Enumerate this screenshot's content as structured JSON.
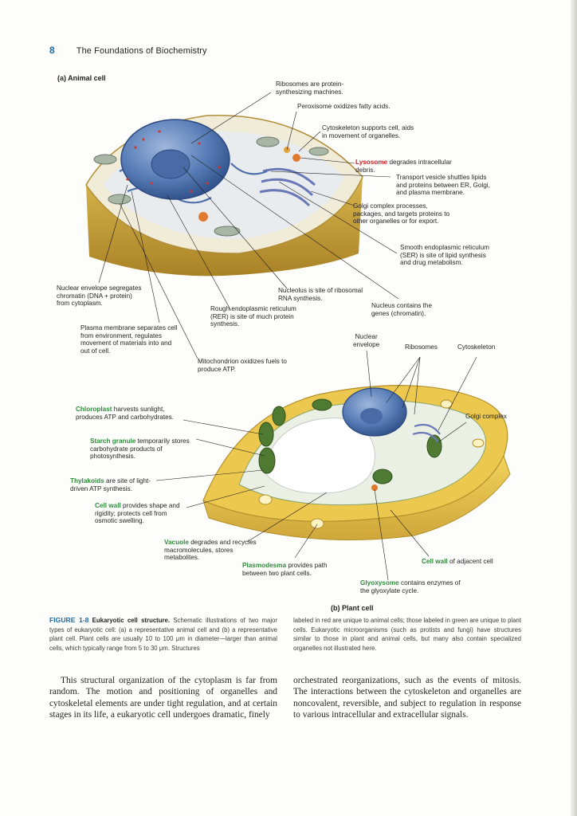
{
  "header": {
    "page_number": "8",
    "running_title": "The Foundations of Biochemistry"
  },
  "panel_a": {
    "title": "(a) Animal cell",
    "labels": {
      "ribosomes": "Ribosomes are protein-\nsynthesizing machines.",
      "peroxisome": "Peroxisome oxidizes fatty acids.",
      "cytoskeleton": "Cytoskeleton supports cell, aids\nin movement of organelles.",
      "lysosome_term": "Lysosome",
      "lysosome_rest": " degrades intracellular\ndebris.",
      "transport_vesicle": "Transport vesicle shuttles lipids\nand proteins between ER, Golgi,\nand plasma membrane.",
      "golgi": "Golgi complex processes,\npackages, and targets proteins to\nother organelles or for export.",
      "ser": "Smooth endoplasmic reticulum\n(SER) is site of lipid synthesis\nand drug metabolism.",
      "nuclear_envelope": "Nuclear envelope segregates\nchromatin (DNA + protein)\nfrom cytoplasm.",
      "nucleolus": "Nucleolus is site of ribosomal\nRNA synthesis.",
      "rer": "Rough endoplasmic reticulum\n(RER) is site of much protein\nsynthesis.",
      "nucleus": "Nucleus contains the\ngenes (chromatin).",
      "plasma_membrane": "Plasma membrane separates cell\nfrom environment, regulates\nmovement of materials into and\nout of cell.",
      "mitochondrion": "Mitochondrion oxidizes fuels to\nproduce ATP."
    }
  },
  "panel_b": {
    "title": "(b) Plant cell",
    "labels": {
      "nuclear_envelope": "Nuclear\nenvelope",
      "ribosomes": "Ribosomes",
      "cytoskeleton": "Cytoskeleton",
      "golgi": "Golgi complex",
      "chloroplast_term": "Chloroplast",
      "chloroplast_rest": " harvests sunlight,\nproduces ATP and carbohydrates.",
      "starch_term": "Starch granule",
      "starch_rest": " temporarily stores\ncarbohydrate products of\nphotosynthesis.",
      "thylakoids_term": "Thylakoids",
      "thylakoids_rest": " are site of light-\ndriven ATP synthesis.",
      "cell_wall_term": "Cell wall",
      "cell_wall_rest": " provides shape and\nrigidity; protects cell from\nosmotic swelling.",
      "vacuole_term": "Vacuole",
      "vacuole_rest": " degrades and recycles\nmacromolecules, stores\nmetabolites.",
      "plasmodesma_term": "Plasmodesma",
      "plasmodesma_rest": " provides path\nbetween two plant cells.",
      "adjacent_wall_term": "Cell wall",
      "adjacent_wall_rest": " of adjacent cell",
      "glyoxysome_term": "Glyoxysome",
      "glyoxysome_rest": " contains enzymes of\nthe glyoxylate cycle."
    }
  },
  "caption": {
    "figure_label": "FIGURE 1-8",
    "figure_title": "Eukaryotic cell structure.",
    "left_text": " Schematic illustrations of two major types of eukaryotic cell: (a) a representative animal cell and (b) a representative plant cell. Plant cells are usually 10 to 100 μm in diameter—larger than animal cells, which typically range from 5 to 30 μm. Structures",
    "right_text": "labeled in red are unique to animal cells; those labeled in green are unique to plant cells. Eukaryotic microorganisms (such as protists and fungi) have structures similar to those in plant and animal cells, but many also contain specialized organelles not illustrated here."
  },
  "body": {
    "left": "This structural organization of the cytoplasm is far from random. The motion and positioning of organelles and cytoskeletal elements are under tight regulation, and at certain stages in its life, a eukaryotic cell undergoes dramatic, finely",
    "right": "orchestrated reorganizations, such as the events of mitosis. The interactions between the cytoskeleton and organelles are noncovalent, reversible, and subject to regulation in response to various intracellular and extracellular signals."
  },
  "colors": {
    "accent_blue": "#1a6aa8",
    "animal_red": "#d2232a",
    "plant_green": "#2f8a3b",
    "cell_wall_yellow": "#e7c24a",
    "nucleus_blue": "#5a7fb8"
  }
}
